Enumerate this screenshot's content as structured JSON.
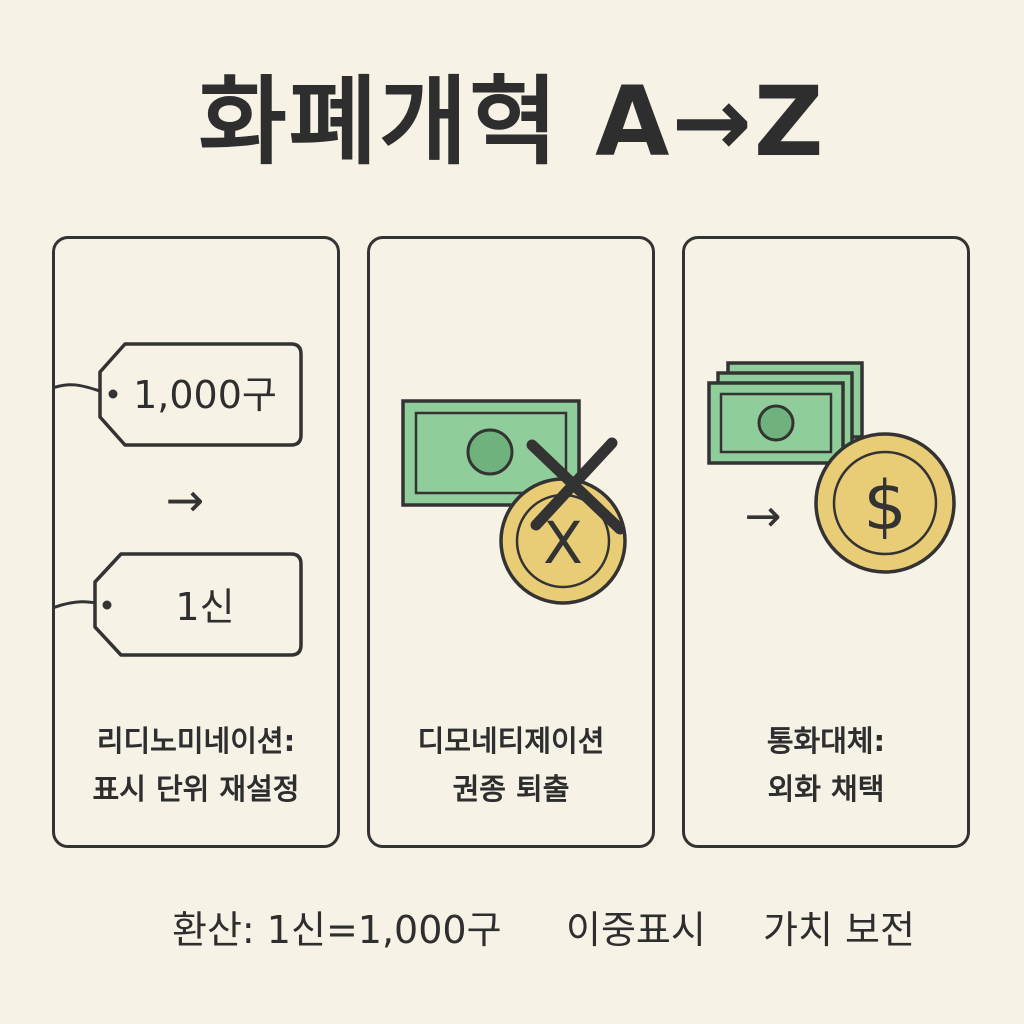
{
  "title": "화폐개혁 A→Z",
  "colors": {
    "background": "#f7f2e6",
    "outline": "#333333",
    "banknote_green": "#8fce9b",
    "banknote_dark": "#6fb27d",
    "coin_gold": "#e9cd76"
  },
  "panels": [
    {
      "tag_before": "1,000구",
      "arrow": "→",
      "tag_after": "1신",
      "caption_line1": "리디노미네이션:",
      "caption_line2": "표시 단위 재설정",
      "icons": [
        "price-tag-icon",
        "arrow-right-icon",
        "price-tag-icon"
      ]
    },
    {
      "coin_symbol": "X",
      "caption_line1": "디모네티제이션",
      "caption_line2": "권종 퇴출",
      "icons": [
        "banknote-icon",
        "coin-icon",
        "cross-icon"
      ]
    },
    {
      "coin_symbol": "$",
      "arrow": "→",
      "caption_line1": "통화대체:",
      "caption_line2": "외화 채택",
      "icons": [
        "banknote-stack-icon",
        "arrow-right-icon",
        "dollar-coin-icon"
      ]
    }
  ],
  "bottom_notes": {
    "conversion": "환산: 1신=1,000구",
    "dual_display": "이중표시",
    "value_preservation": "가치 보전"
  }
}
